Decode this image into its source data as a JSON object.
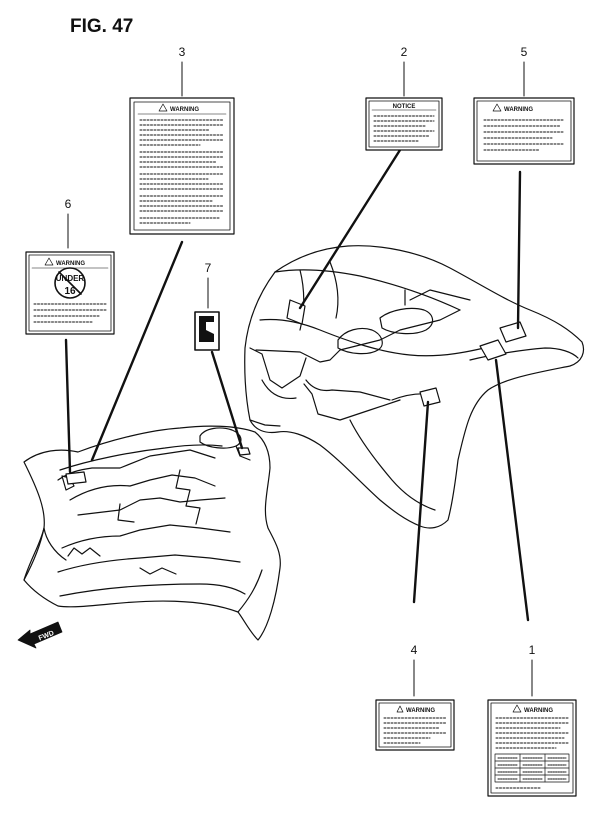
{
  "figure": {
    "title": "FIG. 47"
  },
  "labels": [
    {
      "number": "1",
      "header": "WARNING"
    },
    {
      "number": "2",
      "header": "NOTICE"
    },
    {
      "number": "3",
      "header": "WARNING"
    },
    {
      "number": "4",
      "header": "WARNING"
    },
    {
      "number": "5",
      "header": "WARNING"
    },
    {
      "number": "6",
      "header": "WARNING",
      "text_top": "UNDER",
      "text_age": "16"
    },
    {
      "number": "7"
    }
  ],
  "direction": {
    "text": "FWD"
  },
  "colors": {
    "ink": "#111111",
    "paper": "#ffffff"
  }
}
